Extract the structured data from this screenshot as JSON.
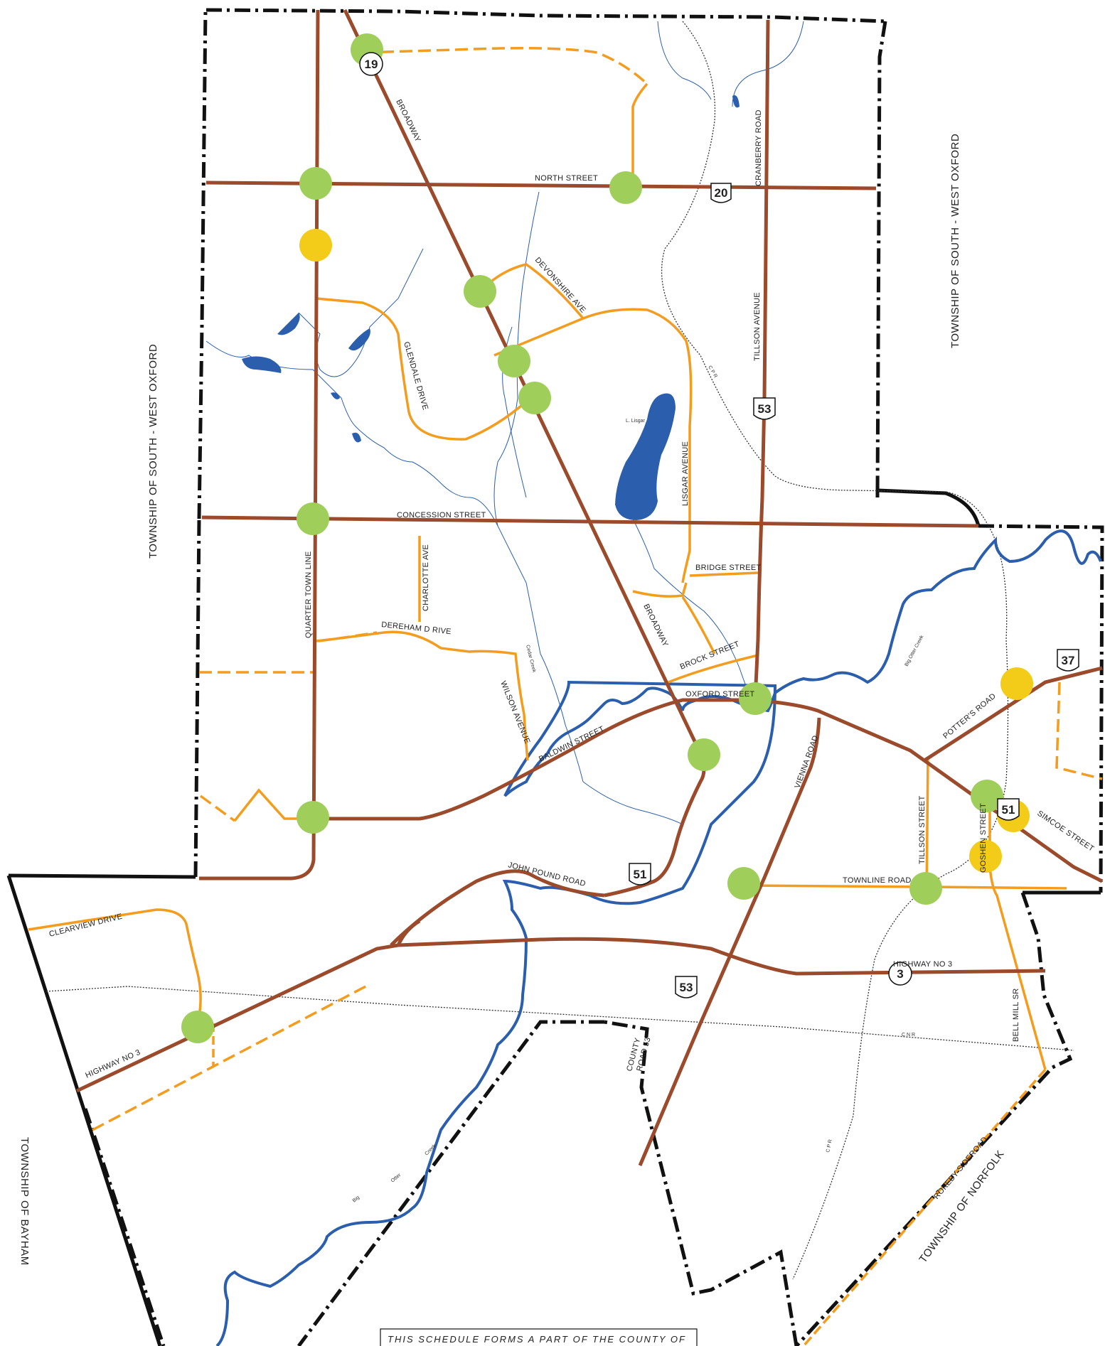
{
  "colors": {
    "arterial": "#9b4a2b",
    "collector": "#f39c1e",
    "water": "#2b5fad",
    "boundary": "#111111",
    "rail": "#333333",
    "node_green": "#9fcf5a",
    "node_yellow": "#f3cc1a"
  },
  "townships": {
    "south_west_oxford_left": "TOWNSHIP OF SOUTH - WEST OXFORD",
    "south_west_oxford_right": "TOWNSHIP OF SOUTH - WEST OXFORD",
    "bayham": "TOWNSHIP OF BAYHAM",
    "norfolk": "TOWNSHIP OF NORFOLK"
  },
  "roads": {
    "broadway_north": "BROADWAY",
    "north_street": "NORTH STREET",
    "cranberry_road": "CRANBERRY ROAD",
    "devonshire_ave": "DEVONSHIRE AVE",
    "glendale_drive": "GLENDALE DRIVE",
    "tillson_avenue": "TILLSON AVENUE",
    "lisgar_avenue": "LISGAR AVENUE",
    "concession_street": "CONCESSION STREET",
    "quarter_town_line": "QUARTER TOWN LINE",
    "charlotte_ave": "CHARLOTTE AVE",
    "dereham_drive": "DEREHAM D RIVE",
    "wilson_avenue": "WILSON AVENUE",
    "bridge_street": "BRIDGE STREET",
    "broadway_south": "BROADWAY",
    "brock_street": "BROCK STREET",
    "oxford_street": "OXFORD STREET",
    "baldwin_street": "BALDWIN STREET",
    "vienna_road": "VIENNA ROAD",
    "potters_road": "POTTER'S ROAD",
    "tillson_street": "TILLSON STREET",
    "goshen_street": "GOSHEN STREET",
    "simcoe_street": "SIMCOE STREET",
    "john_pound_road": "JOHN POUND ROAD",
    "townline_road": "TOWNLINE ROAD",
    "clearview_drive": "CLEARVIEW DRIVE",
    "highway_no_3_east": "HIGHWAY NO 3",
    "highway_no_3_west": "HIGHWAY NO 3",
    "bell_mill_sr": "BELL MILL SR",
    "county_road_53_a": "COUNTY",
    "county_road_53_b": "ROAD 53",
    "rokeby_sideroad": "ROKEBY SIDEROAD"
  },
  "rail": {
    "cpr_north": "C P R",
    "cnr": "C N R",
    "cpr_south": "C P R"
  },
  "water": {
    "lake_lisgar": "L. Lisgar",
    "big_otter_creek": "Big Otter Creek",
    "cedar_creek": "Cedar Creek",
    "big_otter_south_a": "Big",
    "big_otter_south_b": "Otter",
    "big_otter_south_c": "Creek"
  },
  "shields": {
    "s19": "19",
    "s20": "20",
    "s53_north": "53",
    "s37": "37",
    "s51_east": "51",
    "s51_south": "51",
    "s3": "3",
    "s53_south": "53"
  },
  "note": "THIS SCHEDULE FORMS A PART OF THE COUNTY OF"
}
